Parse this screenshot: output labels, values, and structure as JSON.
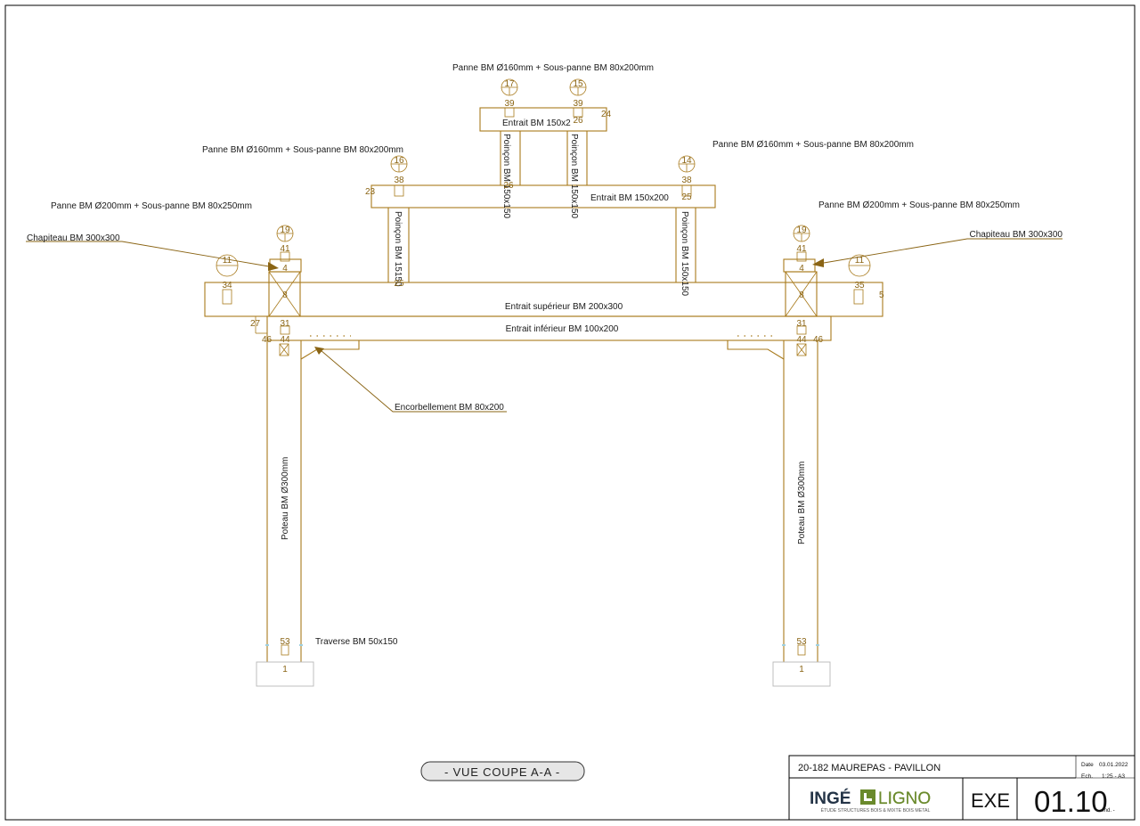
{
  "labels": {
    "panne_top": "Panne BM Ø160mm + Sous-panne BM 80x200mm",
    "panne_left_mid": "Panne BM Ø160mm + Sous-panne BM 80x200mm",
    "panne_right_mid": "Panne BM Ø160mm + Sous-panne BM 80x200mm",
    "panne_left_low": "Panne BM Ø200mm + Sous-panne BM 80x250mm",
    "panne_right_low": "Panne BM Ø200mm + Sous-panne BM 80x250mm",
    "chapiteau_left": "Chapiteau BM 300x300",
    "chapiteau_right": "Chapiteau BM 300x300",
    "entrait_top": "Entrait BM 150x2",
    "entrait_mid": "Entrait BM 150x200",
    "entrait_sup": "Entrait supérieur BM 200x300",
    "entrait_inf": "Entrait inférieur BM 100x200",
    "poincon_1": "Poinçon BM 150x150",
    "poincon_2": "Poinçon BM 150x150",
    "poincon_3": "Poinçon BM 15​150",
    "poincon_4": "Poinçon BM 150x150",
    "encorbellement": "Encorbellement BM 80x200",
    "poteau_left": "Poteau BM Ø300mm",
    "poteau_right": "Poteau BM Ø300mm",
    "traverse": "Traverse BM 50x150"
  },
  "marks": {
    "m17": "17",
    "m15": "15",
    "m39a": "39",
    "m39b": "39",
    "m26a": "26",
    "m26b": "26",
    "m24": "24",
    "m16": "16",
    "m14": "14",
    "m38a": "38",
    "m38b": "38",
    "m23": "23",
    "m25a": "25",
    "m25b": "25",
    "m19a": "19",
    "m19b": "19",
    "m41a": "41",
    "m41b": "41",
    "m4a": "4",
    "m4b": "4",
    "m11a": "11",
    "m11b": "11",
    "m34": "34",
    "m35": "35",
    "m8a": "8",
    "m8b": "8",
    "m5": "5",
    "m27": "27",
    "m31a": "31",
    "m31b": "31",
    "m46a": "46",
    "m46b": "46",
    "m44a": "44",
    "m44b": "44",
    "m53a": "53",
    "m53b": "53",
    "m1a": "1",
    "m1b": "1"
  },
  "view_title": "- VUE COUPE A-A -",
  "title_block": {
    "project": "20-182  MAUREPAS - PAVILLON",
    "date_label": "Date",
    "date": "03.01.2022",
    "scale_label": "Ech.",
    "scale": "1:25 - A3",
    "logo_left": "INGÉ",
    "logo_right": "LIGNO",
    "logo_tagline": "ÉTUDE STRUCTURES BOIS & MIXTE BOIS METAL",
    "phase": "EXE",
    "sheet_number": "01.10",
    "index_label": "Ind. -"
  },
  "colors": {
    "timber": "#a87a1c",
    "marks": "#8a6414",
    "border": "#000000",
    "logo_green": "#6a8a2c",
    "logo_navy": "#243447"
  }
}
